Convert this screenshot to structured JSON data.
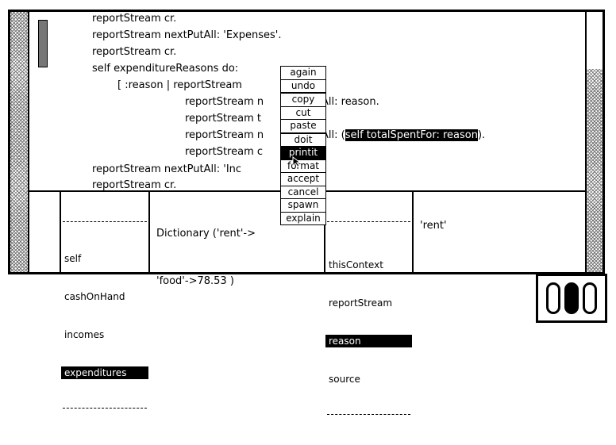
{
  "code_lines": [
    {
      "indent": 0,
      "text": "reportStream cr."
    },
    {
      "indent": 0,
      "text": "reportStream nextPutAll: 'Expenses'."
    },
    {
      "indent": 0,
      "text": "reportStream cr."
    },
    {
      "indent": 0,
      "text": "self expenditureReasons do:"
    },
    {
      "indent": 1,
      "text": "[ :reason | reportStream"
    },
    {
      "indent": 2,
      "text": "reportStream n"
    },
    {
      "indent": 2,
      "text": "reportStream t"
    },
    {
      "indent": 2,
      "text": "reportStream n"
    },
    {
      "indent": 2,
      "text": "reportStream c"
    },
    {
      "indent": 0,
      "text": "reportStream nextPutAll: 'Inc"
    },
    {
      "indent": 0,
      "text": "reportStream cr."
    }
  ],
  "code_tails": {
    "line5": "All: reason.",
    "line7_prefix": "All: (",
    "line7_selection": "self totalSpentFor: reason",
    "line7_suffix": ")."
  },
  "menu_items": [
    "again",
    "undo",
    "copy",
    "cut",
    "paste",
    "doit",
    "printit",
    "format",
    "accept",
    "cancel",
    "spawn",
    "explain"
  ],
  "menu_highlight": "printit",
  "inspector_fields": [
    "self",
    "cashOnHand",
    "incomes",
    "expenditures"
  ],
  "inspector_selected": "expenditures",
  "inspector_value_lines": [
    "Dictionary ('rent'->",
    "'food'->78.53 )"
  ],
  "context_vars": [
    "thisContext",
    "reportStream",
    "reason",
    "source"
  ],
  "context_selected": "reason",
  "context_value": "'rent'",
  "colors": {
    "ink": "#000000",
    "paper": "#ffffff",
    "stipple": "#777777"
  }
}
